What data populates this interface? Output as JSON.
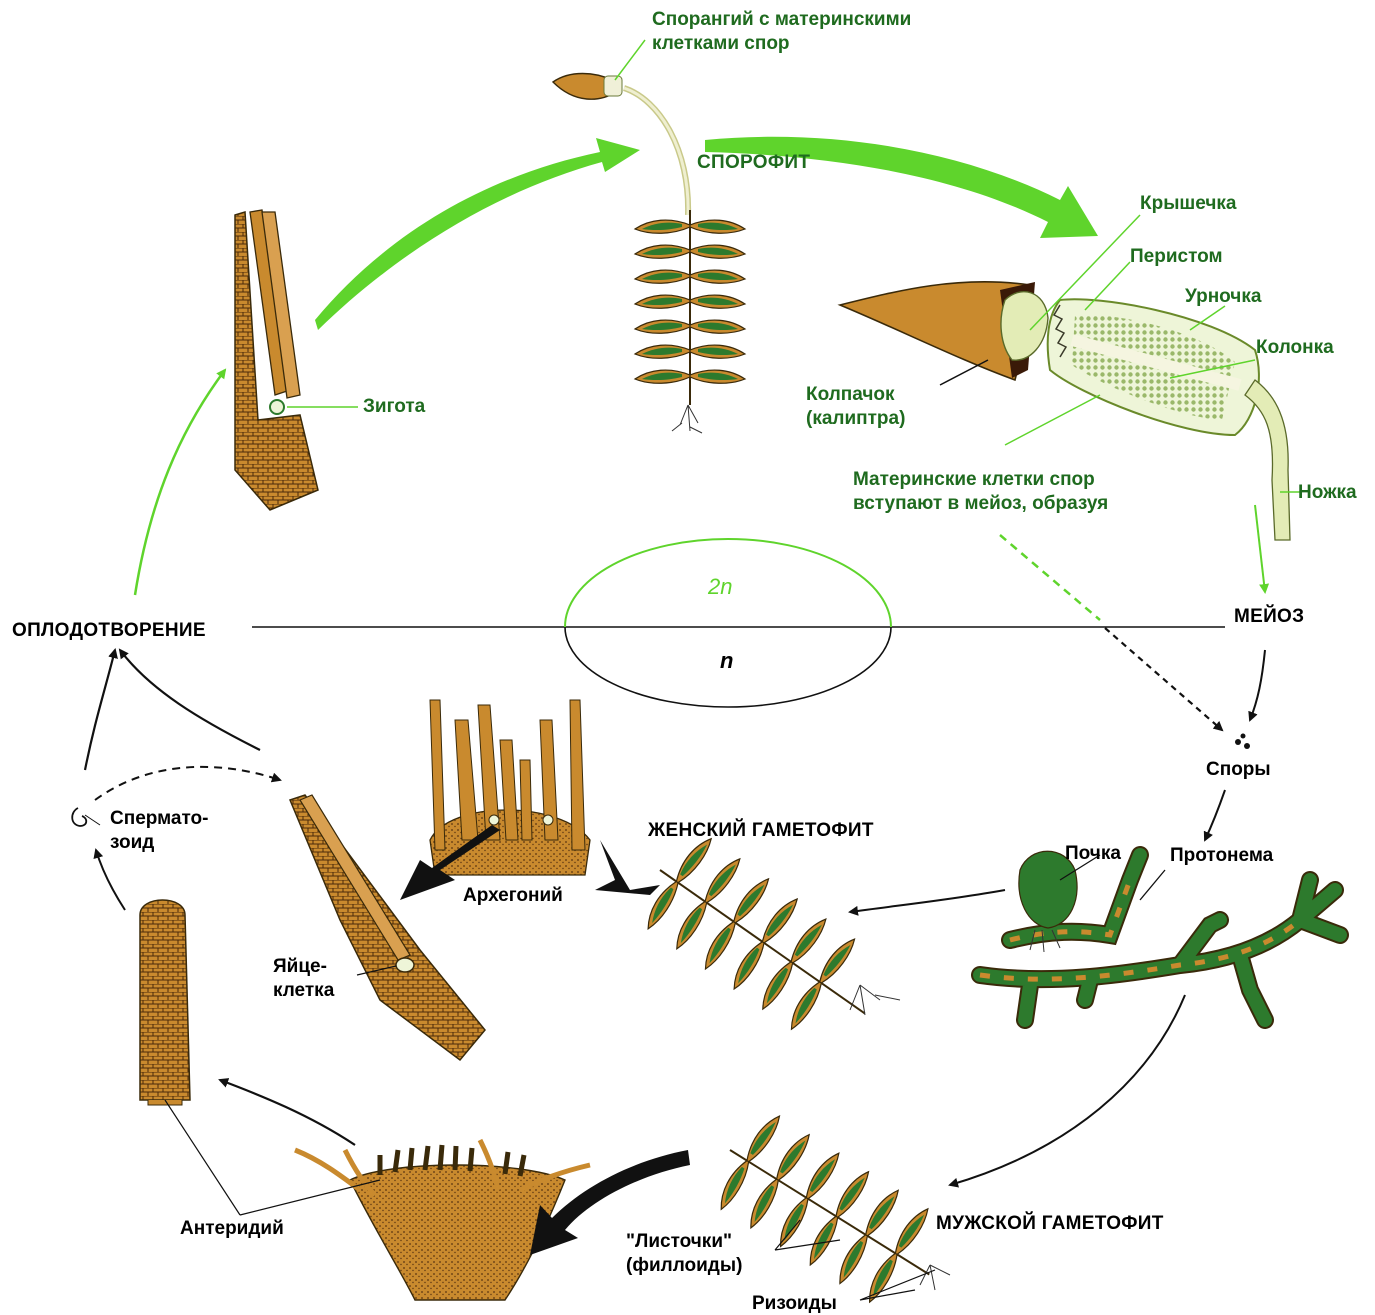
{
  "colors": {
    "green_label": "#1f6b1f",
    "green_arrow": "#5fd42c",
    "moss_orange": "#d08a2a",
    "moss_dark": "#5a3410",
    "leaf_green": "#2d7a2d"
  },
  "labels": {
    "sporangium": [
      "Спорангий с материнскими",
      "клетками спор"
    ],
    "sporophyte": "СПОРОФИТ",
    "operculum": "Крышечка",
    "peristome": "Перистом",
    "urn": "Урночка",
    "column": "Колонка",
    "calyptra": [
      "Колпачок",
      "(калиптра)"
    ],
    "stalk": "Ножка",
    "mother_cells": [
      "Материнские клетки спор",
      "вступают в мейоз, образуя"
    ],
    "zygote": "Зигота",
    "fertilization": "ОПЛОДОТВОРЕНИЕ",
    "meiosis": "МЕЙОЗ",
    "diploid": "2n",
    "haploid": "n",
    "spores": "Споры",
    "bud": "Почка",
    "protonema": "Протонема",
    "female_gametophyte": "ЖЕНСКИЙ ГАМЕТОФИТ",
    "archegonium": "Архегоний",
    "sperm": [
      "Спермато-",
      "зоид"
    ],
    "egg": [
      "Яйце-",
      "клетка"
    ],
    "antheridium": "Антеридий",
    "male_gametophyte": "МУЖСКОЙ ГАМЕТОФИТ",
    "phylloids": [
      "\"Листочки\"",
      "(филлоиды)"
    ],
    "rhizoids": "Ризоиды"
  }
}
